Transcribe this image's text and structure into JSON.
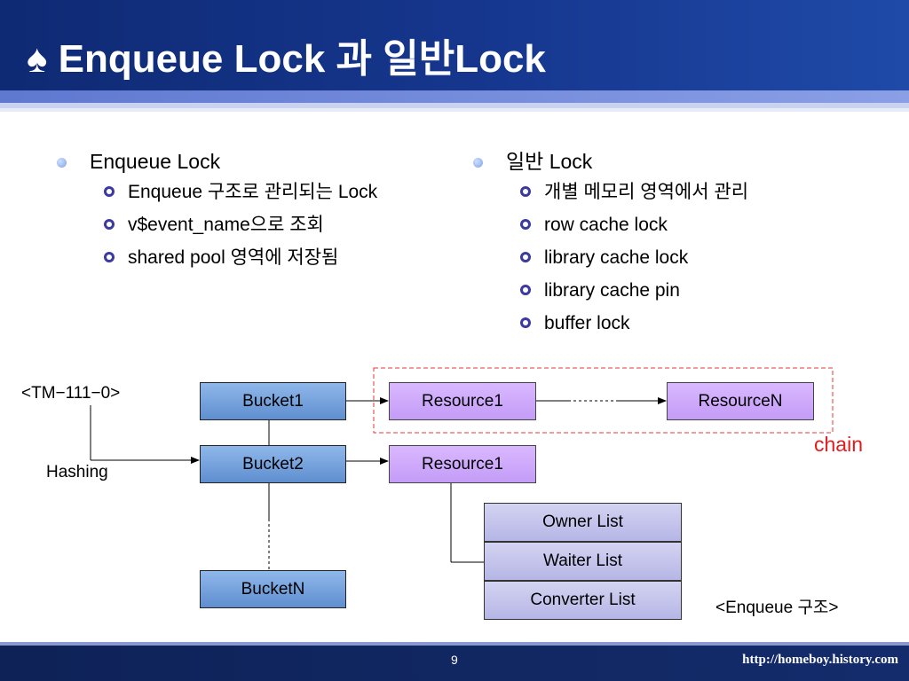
{
  "slide": {
    "title": "♠ Enqueue Lock 과 일반Lock",
    "left": {
      "heading": "Enqueue Lock",
      "items": [
        "Enqueue 구조로 관리되는 Lock",
        "v$event_name으로 조회",
        "shared pool 영역에 저장됨"
      ]
    },
    "right": {
      "heading": "일반 Lock",
      "items": [
        "개별 메모리 영역에서 관리",
        "row cache lock",
        "library cache lock",
        "library cache pin",
        "buffer lock"
      ]
    }
  },
  "diagram": {
    "key": "<TM−111−0>",
    "hashing": "Hashing",
    "buckets": [
      "Bucket1",
      "Bucket2",
      "BucketN"
    ],
    "resource_top": "Resource1",
    "resource_top_n": "ResourceN",
    "resource_mid": "Resource1",
    "lists": [
      "Owner List",
      "Waiter List",
      "Converter List"
    ],
    "chain_label": "chain",
    "caption": "<Enqueue 구조>"
  },
  "footer": {
    "page": "9",
    "url": "http://homeboy.history.com"
  },
  "colors": {
    "title_bg": "#16378f",
    "bucket": "#6f9ede",
    "resource": "#cda9fb",
    "list": "#c4c4ec",
    "chain": "#e21b1b"
  }
}
